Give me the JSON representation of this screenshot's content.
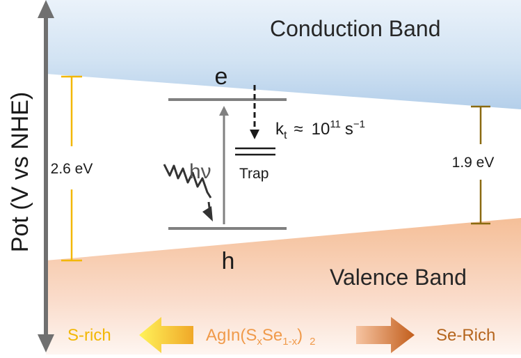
{
  "axis": {
    "label": "Pot (V vs NHE)"
  },
  "bands": {
    "conduction": "Conduction Band",
    "valence": "Valence Band"
  },
  "levels": {
    "electron": "e",
    "hole": "h",
    "trap": "Trap"
  },
  "excitation": {
    "photon": "hν"
  },
  "rate": {
    "prefix": "k",
    "subscript": "t",
    "approx": "≈",
    "base": "10",
    "exponent": "11",
    "unit": "s",
    "unit_exponent": "−1"
  },
  "gaps": {
    "s_rich_value": "2.6 eV",
    "se_rich_value": "1.9 eV"
  },
  "composition": {
    "left": "S-rich",
    "right": "Se-Rich",
    "formula_a": "AgIn(S",
    "formula_x": "x",
    "formula_b": "Se",
    "formula_sub": "1-x",
    "formula_c": ")",
    "formula_two": "2"
  },
  "colors": {
    "conduction_band": "#bcd6ee",
    "valence_band": "#f7c8a6",
    "axis": "#707070",
    "level": "#808080",
    "s_rich": "#f2b705",
    "se_rich": "#b5651d",
    "formula": "#f09a4a",
    "gap_s_rich": "#f2b705",
    "gap_se_rich": "#8a6a10",
    "text": "#262626"
  }
}
